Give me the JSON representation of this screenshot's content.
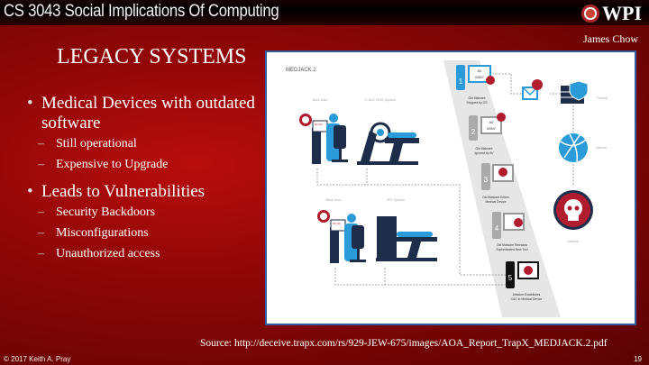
{
  "header": {
    "course_title": "CS 3043 Social Implications Of Computing",
    "logo_text": "WPI"
  },
  "author": "James Chow",
  "slide": {
    "title": "LEGACY SYSTEMS",
    "bullets": [
      {
        "text": "Medical Devices with outdated software",
        "sub": [
          "Still operational",
          "Expensive to Upgrade"
        ]
      },
      {
        "text": "Leads to Vulnerabilities",
        "sub": [
          "Security Backdoors",
          "Misconfigurations",
          "Unauthorized access"
        ]
      }
    ]
  },
  "figure": {
    "title": "MEDJACK.2",
    "back_door_1": "Back Door",
    "xray": "C-Arm XRAY System",
    "back_door_2": "Back Door",
    "mri": "MRI System",
    "screen_text_av": "AV",
    "screen_text_win": "WIN7",
    "screen_text_noav": "NO AV",
    "steps": [
      {
        "num": "1",
        "l1": "Old Malware",
        "l2": "Stopped by OS"
      },
      {
        "num": "2",
        "l1": "Old Malware",
        "l2": "Ignored by AV"
      },
      {
        "num": "3",
        "l1": "Old Malware Enters",
        "l2": "Medical Device"
      },
      {
        "num": "4",
        "l1": "Old Malware Releases",
        "l2": "Sophisticated New Tool"
      },
      {
        "num": "5",
        "l1": "Attacker Establishes",
        "l2": "C&C in Medical Device"
      }
    ],
    "firewall": "Firewall",
    "internet": "Internet",
    "attacker": "Attacker",
    "colors": {
      "blue": "#2a9ad8",
      "navy": "#1e2d4a",
      "red": "#b01c2e",
      "gray": "#9a9a9a"
    }
  },
  "source": "Source: http://deceive.trapx.com/rs/929-JEW-675/images/AOA_Report_TrapX_MEDJACK.2.pdf",
  "footer": {
    "copyright": "© 2017 Keith A. Pray",
    "page": "19"
  }
}
